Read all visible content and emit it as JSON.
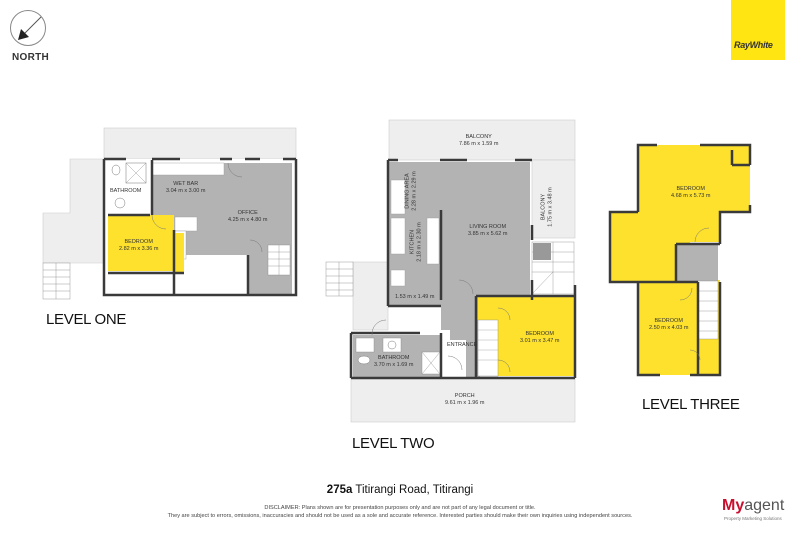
{
  "header": {
    "compass_label": "NORTH",
    "brand_logo": "RayWhite",
    "brand_color": "#ffe512"
  },
  "colors": {
    "room_grey": "#b3b3b3",
    "bedroom_yellow": "#fde12d",
    "outdoor_light": "#eeeeee",
    "wall": "#3a3a3a"
  },
  "levels": {
    "one": {
      "label": "LEVEL ONE",
      "rooms": [
        {
          "name": "BATHROOM",
          "dim": ""
        },
        {
          "name": "WET BAR",
          "dim": "3.04 m x 3.00 m"
        },
        {
          "name": "OFFICE",
          "dim": "4.25 m x 4.80 m"
        },
        {
          "name": "BEDROOM",
          "dim": "2.82 m x 3.36 m"
        }
      ]
    },
    "two": {
      "label": "LEVEL TWO",
      "rooms": [
        {
          "name": "BALCONY",
          "dim": "7.86 m x 1.59 m"
        },
        {
          "name": "DINING AREA",
          "dim": "2.28 m x 2.29 m"
        },
        {
          "name": "LIVING ROOM",
          "dim": "3.85 m x 5.62 m"
        },
        {
          "name": "BALCONY",
          "dim": "1.75 m x 3.48 m"
        },
        {
          "name": "KITCHEN",
          "dim": "2.18 m x 2.30 m"
        },
        {
          "name": "",
          "dim": "1.53 m x 1.49 m"
        },
        {
          "name": "BEDROOM",
          "dim": "3.01 m x 3.47 m"
        },
        {
          "name": "ENTRANCE",
          "dim": ""
        },
        {
          "name": "BATHROOM",
          "dim": "3.70 m x 1.69 m"
        },
        {
          "name": "PORCH",
          "dim": "9.61 m x 1.96 m"
        }
      ]
    },
    "three": {
      "label": "LEVEL THREE",
      "rooms": [
        {
          "name": "BEDROOM",
          "dim": "4.68 m x 5.73 m"
        },
        {
          "name": "BEDROOM",
          "dim": "2.50 m x 4.03 m"
        }
      ]
    }
  },
  "footer": {
    "address_bold": "275a",
    "address_rest": " Titirangi Road, Titirangi",
    "disclaimer_line1": "DISCLAIMER: Plans shown are for presentation purposes only and are not part of any legal document or title.",
    "disclaimer_line2": "They are subject to errors, omissions, inaccuracies and should not be used as a sole and accurate reference. Interested parties should make their own inquiries using independent sources.",
    "agent_logo_my": "My",
    "agent_logo_rest": "agent",
    "agent_tagline": "Property Marketing Solutions"
  }
}
